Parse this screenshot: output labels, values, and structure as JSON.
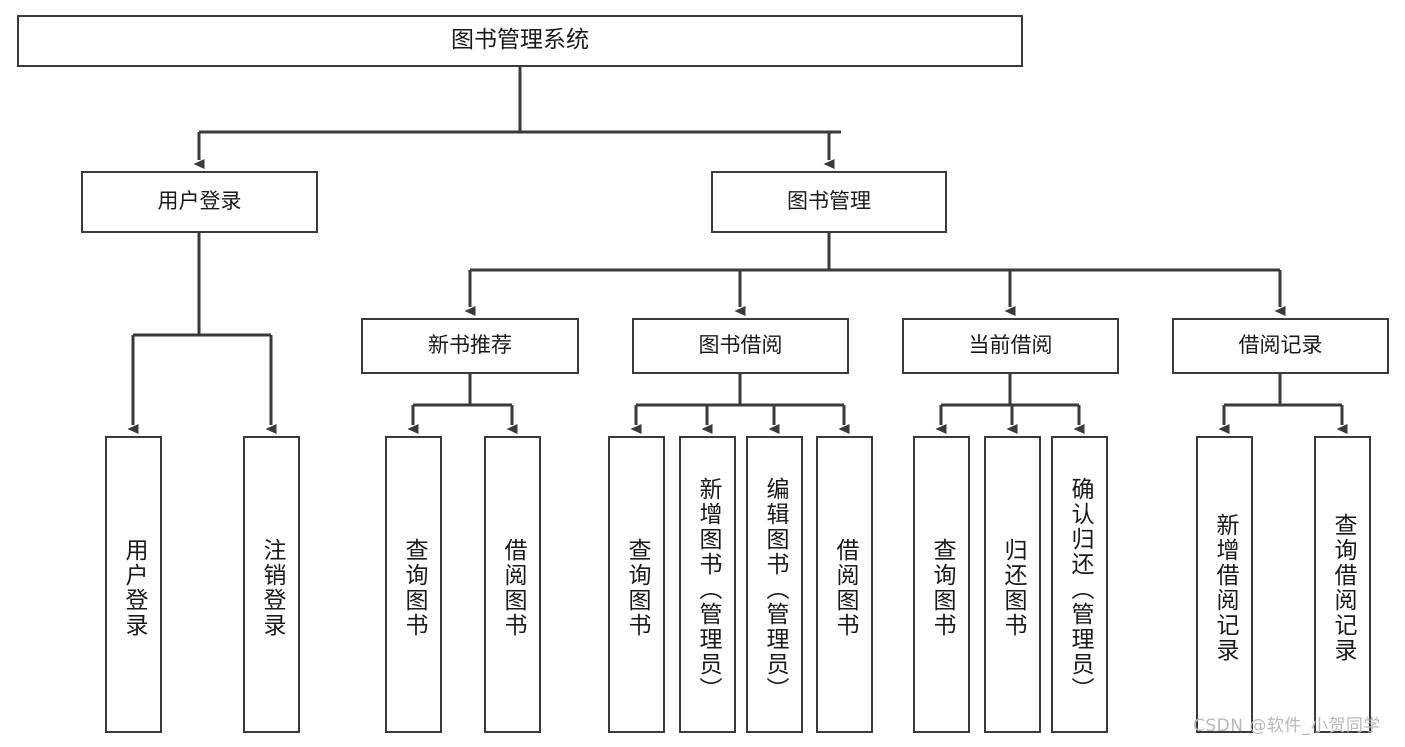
{
  "diagram": {
    "title": "图书管理系统",
    "type": "tree",
    "root": {
      "label": "图书管理系统"
    },
    "level2": [
      {
        "id": "user-login",
        "label": "用户登录"
      },
      {
        "id": "book-manage",
        "label": "图书管理"
      }
    ],
    "level3": [
      {
        "id": "new-book-rec",
        "label": "新书推荐"
      },
      {
        "id": "book-borrow",
        "label": "图书借阅"
      },
      {
        "id": "current-borrow",
        "label": "当前借阅"
      },
      {
        "id": "borrow-record",
        "label": "借阅记录"
      }
    ],
    "leaves": {
      "user_login": [
        {
          "id": "u1",
          "label": "用户登录"
        },
        {
          "id": "u2",
          "label": "注销登录"
        }
      ],
      "new_book_rec": [
        {
          "id": "n1",
          "label": "查询图书"
        },
        {
          "id": "n2",
          "label": "借阅图书"
        }
      ],
      "book_borrow": [
        {
          "id": "b1",
          "label": "查询图书"
        },
        {
          "id": "b2",
          "label": "新增图书（管理员）"
        },
        {
          "id": "b3",
          "label": "编辑图书（管理员）"
        },
        {
          "id": "b4",
          "label": "借阅图书"
        }
      ],
      "current_borrow": [
        {
          "id": "c1",
          "label": "查询图书"
        },
        {
          "id": "c2",
          "label": "归还图书"
        },
        {
          "id": "c3",
          "label": "确认归还（管理员）"
        }
      ],
      "borrow_record": [
        {
          "id": "r1",
          "label": "新增借阅记录"
        },
        {
          "id": "r2",
          "label": "查询借阅记录"
        }
      ]
    }
  },
  "watermark": {
    "text": "CSDN @软件_小贺同学"
  },
  "colors": {
    "box_border": "#3a3a3a",
    "box_fill": "#ffffff",
    "edge": "#3a3a3a",
    "text": "#1a1a1a",
    "watermark": "#b9b9b9",
    "background": "#ffffff"
  }
}
